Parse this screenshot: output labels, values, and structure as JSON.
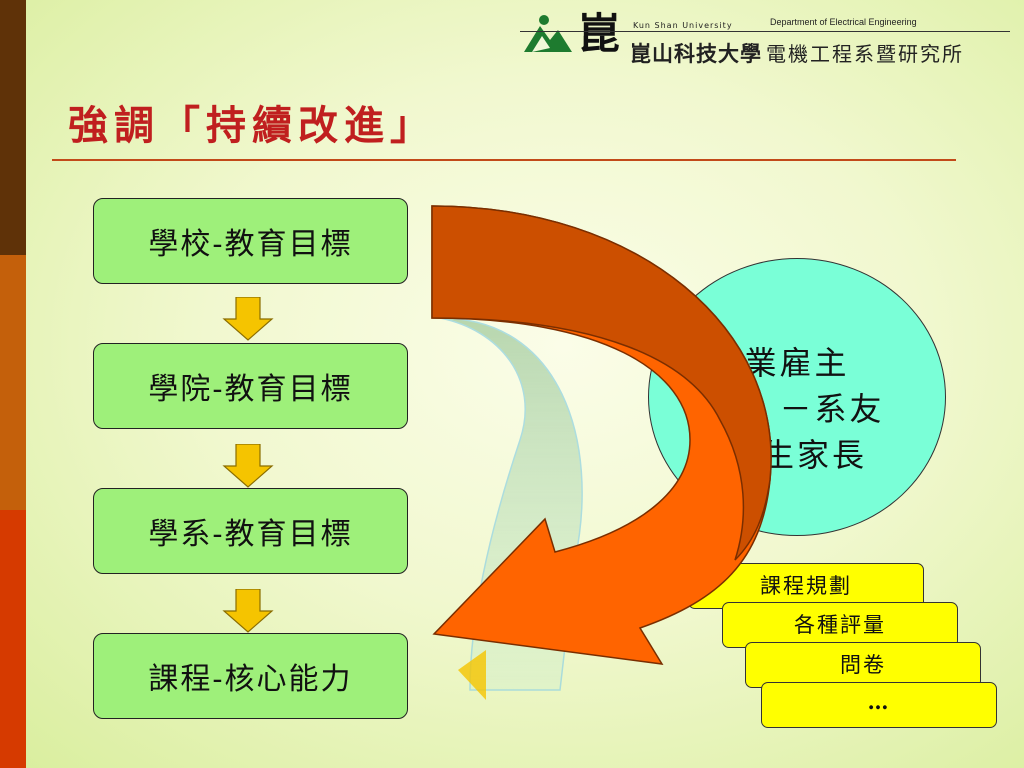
{
  "header": {
    "univ_en": "Kun Shan University",
    "dept_en": "Department of Electrical Engineering",
    "univ_zh": "崑山科技大學",
    "dept_zh": "電機工程系暨研究所"
  },
  "slide": {
    "title": "強調「持續改進」"
  },
  "flow": {
    "boxes": [
      "學校-教育目標",
      "學院-教育目標",
      "學系-教育目標",
      "課程-核心能力"
    ]
  },
  "stakeholders": {
    "lines": [
      "業雇主",
      "學　－系友",
      "學生家長"
    ]
  },
  "assessment_stack": {
    "items": [
      "課程規劃",
      "各種評量",
      "問卷",
      "…"
    ]
  },
  "colors": {
    "title_red": "#c01f1f",
    "goal_box_green": "#9ef07a",
    "circle_cyan": "#7affd7",
    "stack_yellow": "#ffff00",
    "arrow_orange": "#ff6400",
    "arrow_dark_orange": "#cc4f00",
    "down_arrow_gold": "#f5c400"
  },
  "icons": {
    "logo": "kun-shan-university-logo",
    "flow_connector": "down-arrow-icon",
    "feedback": "curved-feedback-arrow-icon"
  }
}
